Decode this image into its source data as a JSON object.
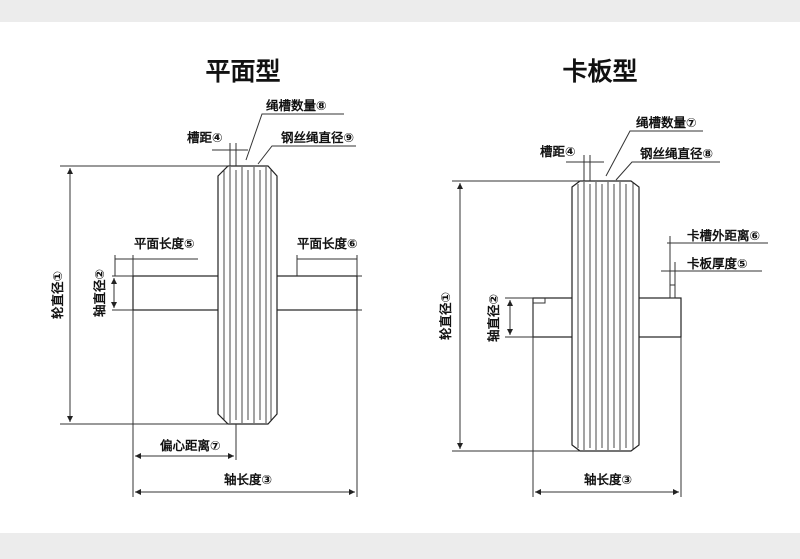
{
  "left": {
    "title": "平面型",
    "labels": {
      "groove_count": "绳槽数量⑧",
      "groove_pitch": "槽距④",
      "rope_diameter": "钢丝绳直径⑨",
      "flat_length_left": "平面长度⑤",
      "flat_length_right": "平面长度⑥",
      "wheel_diameter": "轮直径①",
      "shaft_diameter": "轴直径②",
      "eccentric_distance": "偏心距离⑦",
      "shaft_length": "轴长度③"
    }
  },
  "right": {
    "title": "卡板型",
    "labels": {
      "groove_count": "绳槽数量⑦",
      "groove_pitch": "槽距④",
      "rope_diameter": "钢丝绳直径⑧",
      "slot_outer_distance": "卡槽外距离⑥",
      "plate_thickness": "卡板厚度⑤",
      "wheel_diameter": "轮直径①",
      "shaft_diameter": "轴直径②",
      "shaft_length": "轴长度③"
    }
  }
}
